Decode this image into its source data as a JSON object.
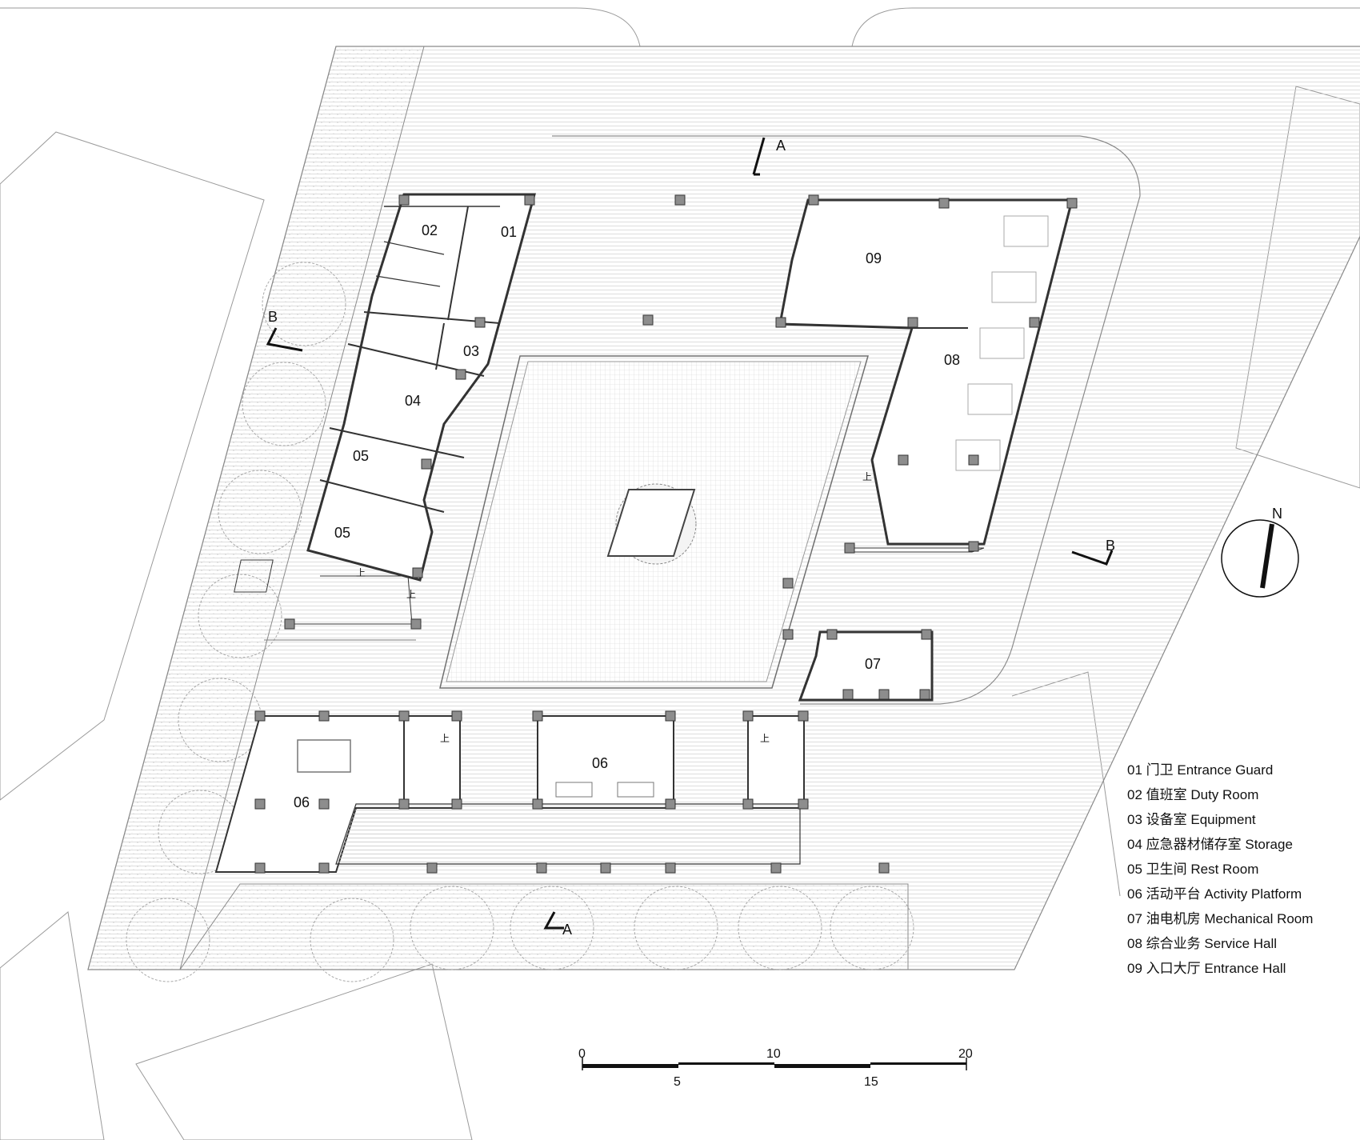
{
  "plan": {
    "rooms": [
      {
        "id": "02"
      },
      {
        "id": "01"
      },
      {
        "id": "03"
      },
      {
        "id": "04"
      },
      {
        "id": "05"
      },
      {
        "id": "05"
      },
      {
        "id": "09"
      },
      {
        "id": "08"
      },
      {
        "id": "07"
      },
      {
        "id": "06"
      },
      {
        "id": "06"
      }
    ],
    "section_marks": [
      "A",
      "A",
      "B",
      "B"
    ],
    "stair_up_label": "上",
    "north_label": "N"
  },
  "legend": [
    "01 门卫 Entrance Guard",
    "02 值班室 Duty Room",
    "03 设备室 Equipment",
    "04 应急器材储存室 Storage",
    "05 卫生间 Rest Room",
    "06 活动平台 Activity Platform",
    "07 油电机房 Mechanical Room",
    "08 综合业务 Service Hall",
    "09 入口大厅 Entrance Hall"
  ],
  "scale_bar": {
    "top_ticks": [
      "0",
      "10",
      "20"
    ],
    "bottom_ticks": [
      "5",
      "15"
    ]
  }
}
